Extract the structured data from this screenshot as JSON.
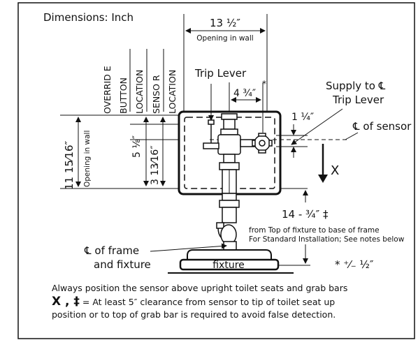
{
  "diagram": {
    "units_label": "Dimensions: Inch",
    "dim_top": "13 ½″",
    "dim_top_sub": "Opening in wall",
    "col_override_1": "OVERRID E",
    "col_override_2": "BUTTON",
    "col_override_3": "LOCATION",
    "col_sensor_1": "SENSO R",
    "col_sensor_2": "LOCATION",
    "trip_lever": "Trip Lever",
    "dim_4_3_4": "4 ¾″",
    "asterisk": "*",
    "supply_1": "Supply to ℄",
    "supply_2": "Trip Lever",
    "dim_1_1_4": "1 ¼″",
    "cl_sensor": "℄ of sensor",
    "dim_5_1_8": "5 ⅛″",
    "dim_11": "11 15⁄16″",
    "dim_11_sub": "Opening in wall",
    "dim_3_13": "3 13⁄16″",
    "x_label": "X",
    "dim_14": "14 - ¾″ ‡",
    "from_top": "from Top of fixture to base of frame",
    "standard": "For Standard Installation; See notes below",
    "cl_frame_1": "℄ of frame",
    "cl_frame_2": "and fixture",
    "fixture": "fixture",
    "tolerance": "* ⁺⁄₋ ½″"
  },
  "notes": {
    "line1": "Always position the sensor above upright toilet seats and grab bars",
    "line2_symbols": "X , ‡",
    "line2_rest": " = At least 5″ clearance from sensor to tip of toilet seat up",
    "line3": "position or to top of grab bar is required to avoid false detection."
  }
}
